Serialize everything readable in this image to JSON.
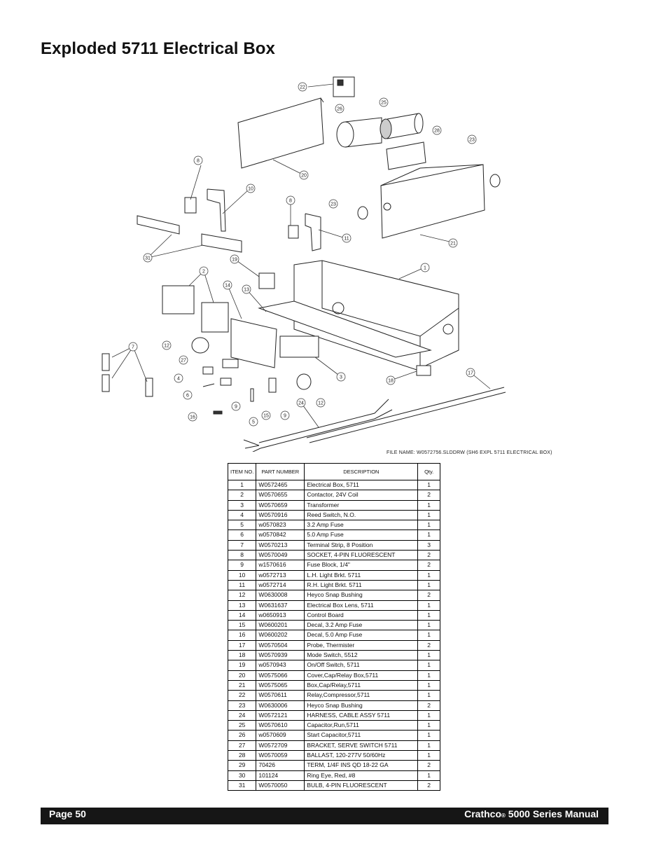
{
  "page": {
    "title": "Exploded 5711 Electrical Box",
    "file_name": "FILE NAME:  W0572756.SLDDRW (SH6 EXPL 5711 ELECTRICAL BOX)"
  },
  "balloons": [
    "22",
    "25",
    "26",
    "28",
    "23",
    "20",
    "8",
    "10",
    "8",
    "23",
    "11",
    "21",
    "31",
    "19",
    "1",
    "2",
    "14",
    "13",
    "7",
    "12",
    "27",
    "4",
    "6",
    "9",
    "15",
    "9",
    "5",
    "16",
    "24",
    "12",
    "3",
    "18",
    "17"
  ],
  "table": {
    "headers": {
      "item": "ITEM NO.",
      "part": "PART NUMBER",
      "desc": "DESCRIPTION",
      "qty": "Qty."
    },
    "rows": [
      {
        "item": "1",
        "part": "W0572465",
        "desc": "Electrical Box, 5711",
        "qty": "1"
      },
      {
        "item": "2",
        "part": "W0570655",
        "desc": "Contactor, 24V Coil",
        "qty": "2"
      },
      {
        "item": "3",
        "part": "W0570659",
        "desc": "Transformer",
        "qty": "1"
      },
      {
        "item": "4",
        "part": "W0570916",
        "desc": "Reed Switch, N.O.",
        "qty": "1"
      },
      {
        "item": "5",
        "part": "w0570823",
        "desc": "3.2  Amp Fuse",
        "qty": "1"
      },
      {
        "item": "6",
        "part": "w0570842",
        "desc": "5.0  Amp Fuse",
        "qty": "1"
      },
      {
        "item": "7",
        "part": "W0570213",
        "desc": "Terminal Strip, 8 Position",
        "qty": "3"
      },
      {
        "item": "8",
        "part": "W0570049",
        "desc": "SOCKET, 4-PIN FLUORESCENT",
        "qty": "2"
      },
      {
        "item": "9",
        "part": "w1570616",
        "desc": "Fuse Block, 1/4\"",
        "qty": "2"
      },
      {
        "item": "10",
        "part": "w0572713",
        "desc": "L.H. Light Brkt. 5711",
        "qty": "1"
      },
      {
        "item": "11",
        "part": "w0572714",
        "desc": "R.H. Light Brkt. 5711",
        "qty": "1"
      },
      {
        "item": "12",
        "part": "W0630008",
        "desc": "Heyco Snap Bushing",
        "qty": "2"
      },
      {
        "item": "13",
        "part": "W0631637",
        "desc": "Electrical Box Lens, 5711",
        "qty": "1"
      },
      {
        "item": "14",
        "part": "w0650913",
        "desc": "Control Board",
        "qty": "1"
      },
      {
        "item": "15",
        "part": "W0600201",
        "desc": "Decal, 3.2 Amp Fuse",
        "qty": "1"
      },
      {
        "item": "16",
        "part": "W0600202",
        "desc": "Decal, 5.0 Amp Fuse",
        "qty": "1"
      },
      {
        "item": "17",
        "part": "W0570504",
        "desc": "Probe, Thermister",
        "qty": "2"
      },
      {
        "item": "18",
        "part": "W0570939",
        "desc": "Mode Switch, 5512",
        "qty": "1"
      },
      {
        "item": "19",
        "part": "w0570943",
        "desc": "On/Off Switch, 5711",
        "qty": "1"
      },
      {
        "item": "20",
        "part": "W0575066",
        "desc": "Cover,Cap/Relay Box,5711",
        "qty": "1"
      },
      {
        "item": "21",
        "part": "W0575065",
        "desc": "Box,Cap/Relay,5711",
        "qty": "1"
      },
      {
        "item": "22",
        "part": "W0570611",
        "desc": "Relay,Compressor,5711",
        "qty": "1"
      },
      {
        "item": "23",
        "part": "W0630006",
        "desc": "Heyco Snap Bushing",
        "qty": "2"
      },
      {
        "item": "24",
        "part": "W0572121",
        "desc": "HARNESS, CABLE ASSY 5711",
        "qty": "1"
      },
      {
        "item": "25",
        "part": "W0570610",
        "desc": "Capacitor,Run,5711",
        "qty": "1"
      },
      {
        "item": "26",
        "part": "w0570609",
        "desc": "Start Capacitor,5711",
        "qty": "1"
      },
      {
        "item": "27",
        "part": "W0572709",
        "desc": "BRACKET, SERVE SWITCH 5711",
        "qty": "1"
      },
      {
        "item": "28",
        "part": "W0570059",
        "desc": "BALLAST, 120-277V 50/60Hz",
        "qty": "1"
      },
      {
        "item": "29",
        "part": "70426",
        "desc": "TERM, 1/4F INS QD 18-22 GA",
        "qty": "2"
      },
      {
        "item": "30",
        "part": "101124",
        "desc": "Ring Eye, Red, #8",
        "qty": "1"
      },
      {
        "item": "31",
        "part": "W0570050",
        "desc": "BULB, 4-PIN FLUORESCENT",
        "qty": "2"
      }
    ]
  },
  "footer": {
    "page_label": "Page 50",
    "brand": "Crathco",
    "reg": "®",
    "manual": " 5000 Series Manual"
  }
}
